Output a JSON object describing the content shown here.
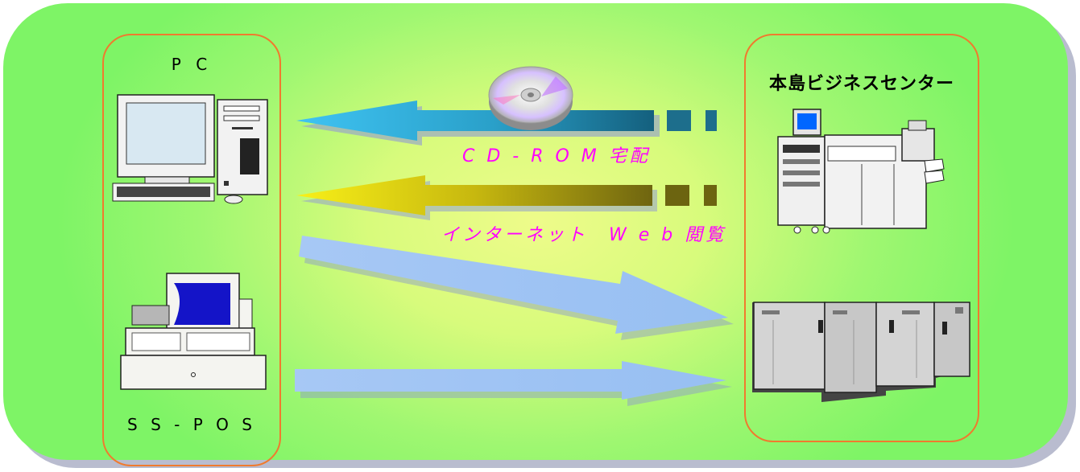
{
  "nodes": {
    "pc": {
      "label": "P C"
    },
    "pos": {
      "label": "S S - P O S"
    },
    "center": {
      "label": "本島ビジネスセンター"
    }
  },
  "edges": {
    "cdrom": {
      "label": "C D - R O M 宅配",
      "color": "#36b6e8"
    },
    "web": {
      "label": "インターネット　W e b 閲覧",
      "color": "#e8e21a"
    },
    "pc_upload": {
      "label": "",
      "color": "#9fc8f5"
    },
    "pos_upload": {
      "label": "",
      "color": "#9fc8f5"
    }
  },
  "colors": {
    "background": "#8ff56b",
    "panel_border": "#f07a2e",
    "caption": "#ff00ff"
  },
  "icons": [
    "pc-icon",
    "pos-terminal-icon",
    "cd-rom-icon",
    "printer-system-icon",
    "mainframe-icon"
  ]
}
